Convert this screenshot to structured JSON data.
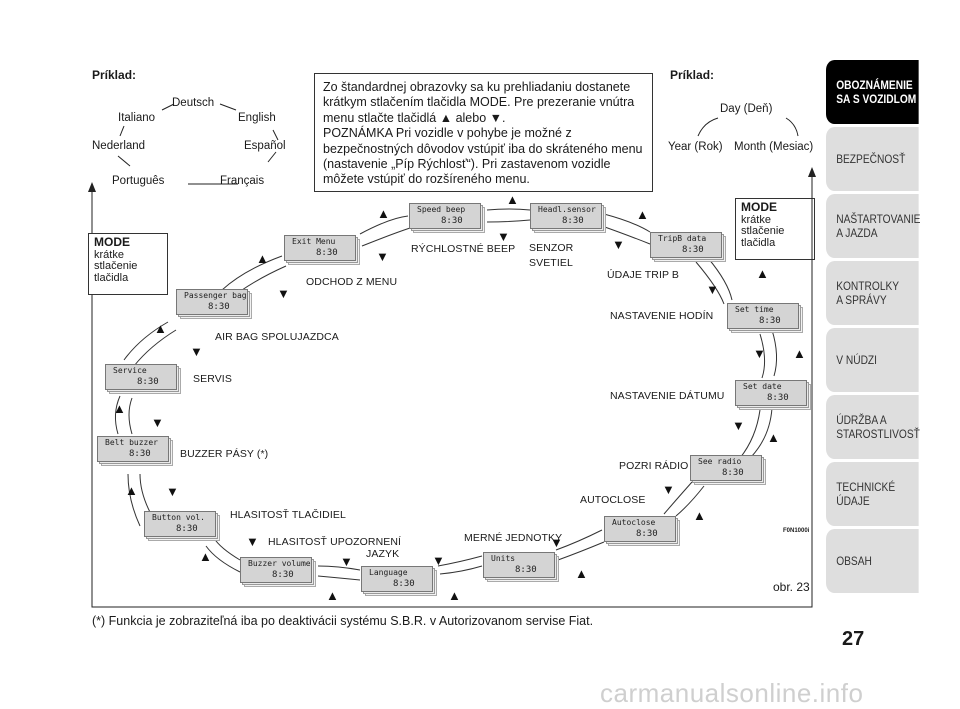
{
  "example_left": "Príklad:",
  "example_right": "Príklad:",
  "languages": [
    "Deutsch",
    "English",
    "Español",
    "Français",
    "Português",
    "Nederland",
    "Italiano"
  ],
  "date_items": [
    "Day (Deň)",
    "Month (Mesiac)",
    "Year (Rok)"
  ],
  "info_text": "Zo štandardnej obrazovky sa ku prehliadaniu dostanete krátkym stlačením tlačidla MODE. Pre prezeranie vnútra menu stlačte tlačidlá ▲ alebo ▼.\nPOZNÁMKA Pri vozidle v pohybe je možné z bezpečnostných dôvodov vstúpiť iba do skráteného menu (nastavenie „Píp Rýchlosť“). Pri zastavenom vozidle môžete vstúpiť do rozšíreného menu.",
  "mode_left": {
    "title": "MODE",
    "text": "krátke\nstlačenie\ntlačidla"
  },
  "mode_right": {
    "title": "MODE",
    "text": "krátke\nstlačenie\ntlačidla"
  },
  "displays": {
    "speed_beep": "Speed beep",
    "headl_sensor": "Headl.sensor",
    "trip_b": "TripB data",
    "set_time": "Set time",
    "set_date": "Set date",
    "see_radio": "See radio",
    "autoclose": "Autoclose",
    "units": "Units",
    "language": "Language",
    "buzzer_volume": "Buzzer volume",
    "button_vol": "Button vol.",
    "belt_buzzer": "Belt buzzer",
    "service": "Service",
    "passenger_bag": "Passenger bag",
    "exit_menu": "Exit Menu",
    "time": "8:30"
  },
  "labels": {
    "speed_beep": "RÝCHLOSTNÉ BEEP",
    "headl_sensor_1": "SENZOR",
    "headl_sensor_2": "SVETIEL",
    "trip_b": "ÚDAJE TRIP B",
    "set_time": "NASTAVENIE HODÍN",
    "set_date": "NASTAVENIE DÁTUMU",
    "see_radio": "POZRI RÁDIO",
    "autoclose": "AUTOCLOSE",
    "units": "MERNÉ JEDNOTKY",
    "language": "JAZYK",
    "buzzer_volume": "HLASITOSŤ UPOZORNENÍ",
    "button_vol": "HLASITOSŤ TLAČIDIEL",
    "belt_buzzer": "BUZZER PÁSY (*)",
    "service": "SERVIS",
    "passenger_bag": "AIR BAG SPOLUJAZDCA",
    "exit_menu": "ODCHOD Z MENU"
  },
  "figure_code": "F0N1000i",
  "figure_label": "obr. 23",
  "footnote": "(*) Funkcia je zobraziteľná iba po deaktivácii systému S.B.R. v Autorizovanom servise Fiat.",
  "page_number": "27",
  "watermark": "carmanualsonline.info",
  "tabs": [
    {
      "label": "OBOZNÁMENIE\nSA S VOZIDLOM",
      "active": true
    },
    {
      "label": "BEZPEČNOSŤ",
      "active": false
    },
    {
      "label": "NAŠTARTOVANIE\nA JAZDA",
      "active": false
    },
    {
      "label": "KONTROLKY\nA SPRÁVY",
      "active": false
    },
    {
      "label": "V NÚDZI",
      "active": false
    },
    {
      "label": "ÚDRŽBA A\nSTAROSTLIVOSŤ",
      "active": false
    },
    {
      "label": "TECHNICKÉ\nÚDAJE",
      "active": false
    },
    {
      "label": "OBSAH",
      "active": false
    }
  ]
}
